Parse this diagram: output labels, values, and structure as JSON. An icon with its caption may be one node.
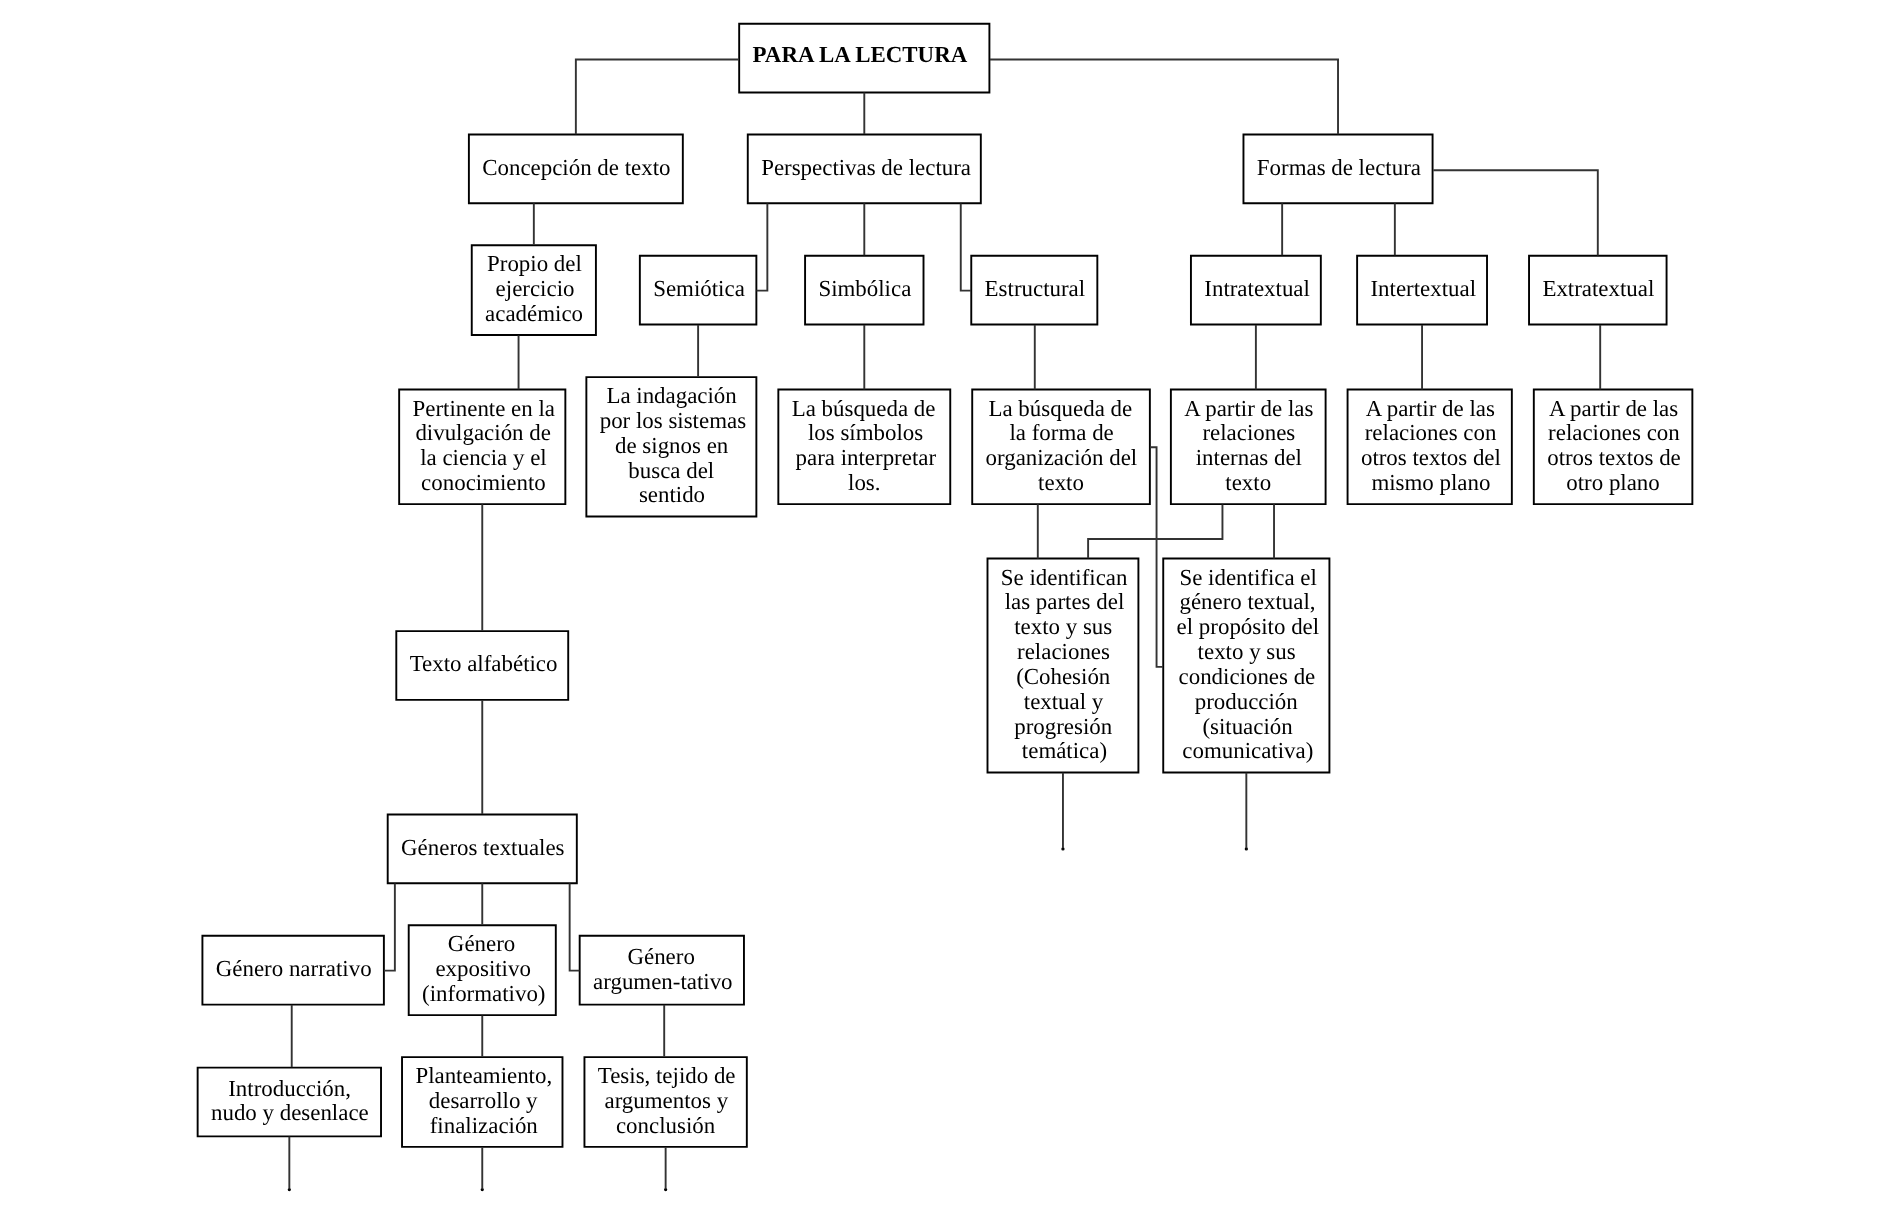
{
  "diagram": {
    "nodes": [
      {
        "text": [
          "PARA LA LECTURA"
        ]
      },
      {
        "text": [
          "Concepción de texto"
        ]
      },
      {
        "text": [
          "Perspectivas de lectura"
        ]
      },
      {
        "text": [
          "Formas de lectura"
        ]
      },
      {
        "text": [
          "Propio del ejercicio académico"
        ]
      },
      {
        "text": [
          "Pertinente en la divulgación de la ciencia y el conocimiento"
        ]
      },
      {
        "text": [
          "Texto alfabético"
        ]
      },
      {
        "text": [
          "Géneros textuales"
        ]
      },
      {
        "text": [
          "Género narrativo"
        ]
      },
      {
        "text": [
          "Género expositivo (informativo)"
        ]
      },
      {
        "text": [
          "Género argumen-tativo"
        ]
      },
      {
        "text": [
          "Introducción, nudo y desenlace"
        ]
      },
      {
        "text": [
          "Planteamiento, desarrollo y finalización"
        ]
      },
      {
        "text": [
          "Tesis, tejido de argumentos y conclusión"
        ]
      },
      {
        "text": [
          "Simbólica"
        ]
      },
      {
        "text": [
          "Semiótica"
        ]
      },
      {
        "text": [
          "Estructural"
        ]
      },
      {
        "text": [
          "La búsqueda de los símbolos para interpretar los."
        ]
      },
      {
        "text": [
          "La indagación por los sistemas de signos en busca del sentido"
        ]
      },
      {
        "text": [
          "La búsqueda de la forma de organización del texto"
        ]
      },
      {
        "text": [
          "Intratextual"
        ]
      },
      {
        "text": [
          "Intertextual"
        ]
      },
      {
        "text": [
          "Extratextual"
        ]
      },
      {
        "text": [
          "A partir de las relaciones internas del texto"
        ]
      },
      {
        "text": [
          "A partir de las relaciones con otros textos del mismo plano"
        ]
      },
      {
        "text": [
          "A partir de las relaciones con otros textos de otro plano"
        ]
      },
      {
        "text": [
          "Se identifica el género textual, el propósito del texto y sus condiciones de producción (situación comunicativa)"
        ]
      },
      {
        "text": [
          "Se identifican las partes del texto y sus relaciones (Cohesión textual y progresión temática)"
        ]
      }
    ],
    "edges": [
      {
        "from": 0,
        "to": 1,
        "arrow": "none"
      },
      {
        "from": 0,
        "to": 2,
        "arrow": "none"
      },
      {
        "from": 0,
        "to": 3,
        "arrow": "none"
      },
      {
        "from": 1,
        "to": 4,
        "arrow": "none"
      },
      {
        "from": 4,
        "to": 5,
        "arrow": "none"
      },
      {
        "from": 5,
        "to": 6,
        "arrow": "none"
      },
      {
        "from": 6,
        "to": 7,
        "arrow": "none"
      },
      {
        "from": 7,
        "to": 8,
        "arrow": "none"
      },
      {
        "from": 7,
        "to": 9,
        "arrow": "none"
      },
      {
        "from": 7,
        "to": 10,
        "arrow": "none"
      },
      {
        "from": 8,
        "to": 11,
        "arrow": "none"
      },
      {
        "from": 9,
        "to": 12,
        "arrow": "none"
      },
      {
        "from": 10,
        "to": 13,
        "arrow": "none"
      },
      {
        "from": 11,
        "to": null,
        "arrow": "none"
      },
      {
        "from": 12,
        "to": null,
        "arrow": "none"
      },
      {
        "from": 13,
        "to": null,
        "arrow": "none"
      },
      {
        "from": 2,
        "to": 14,
        "arrow": "none"
      },
      {
        "from": 2,
        "to": 15,
        "arrow": "none"
      },
      {
        "from": 2,
        "to": 16,
        "arrow": "none"
      },
      {
        "from": 14,
        "to": 17,
        "arrow": "none"
      },
      {
        "from": 15,
        "to": 18,
        "arrow": "none"
      },
      {
        "from": 16,
        "to": 19,
        "arrow": "none"
      },
      {
        "from": 3,
        "to": 20,
        "arrow": "none"
      },
      {
        "from": 3,
        "to": 21,
        "arrow": "none"
      },
      {
        "from": 3,
        "to": 22,
        "arrow": "none"
      },
      {
        "from": 20,
        "to": 23,
        "arrow": "none"
      },
      {
        "from": 21,
        "to": 24,
        "arrow": "none"
      },
      {
        "from": 22,
        "to": 25,
        "arrow": "none"
      },
      {
        "from": 19,
        "to": 26,
        "arrow": "none"
      },
      {
        "from": 19,
        "to": 27,
        "arrow": "none"
      },
      {
        "from": 23,
        "to": 26,
        "arrow": "none"
      },
      {
        "from": 23,
        "to": 27,
        "arrow": "none"
      },
      {
        "from": 26,
        "to": null,
        "arrow": "none"
      },
      {
        "from": 27,
        "to": null,
        "arrow": "none"
      }
    ]
  }
}
